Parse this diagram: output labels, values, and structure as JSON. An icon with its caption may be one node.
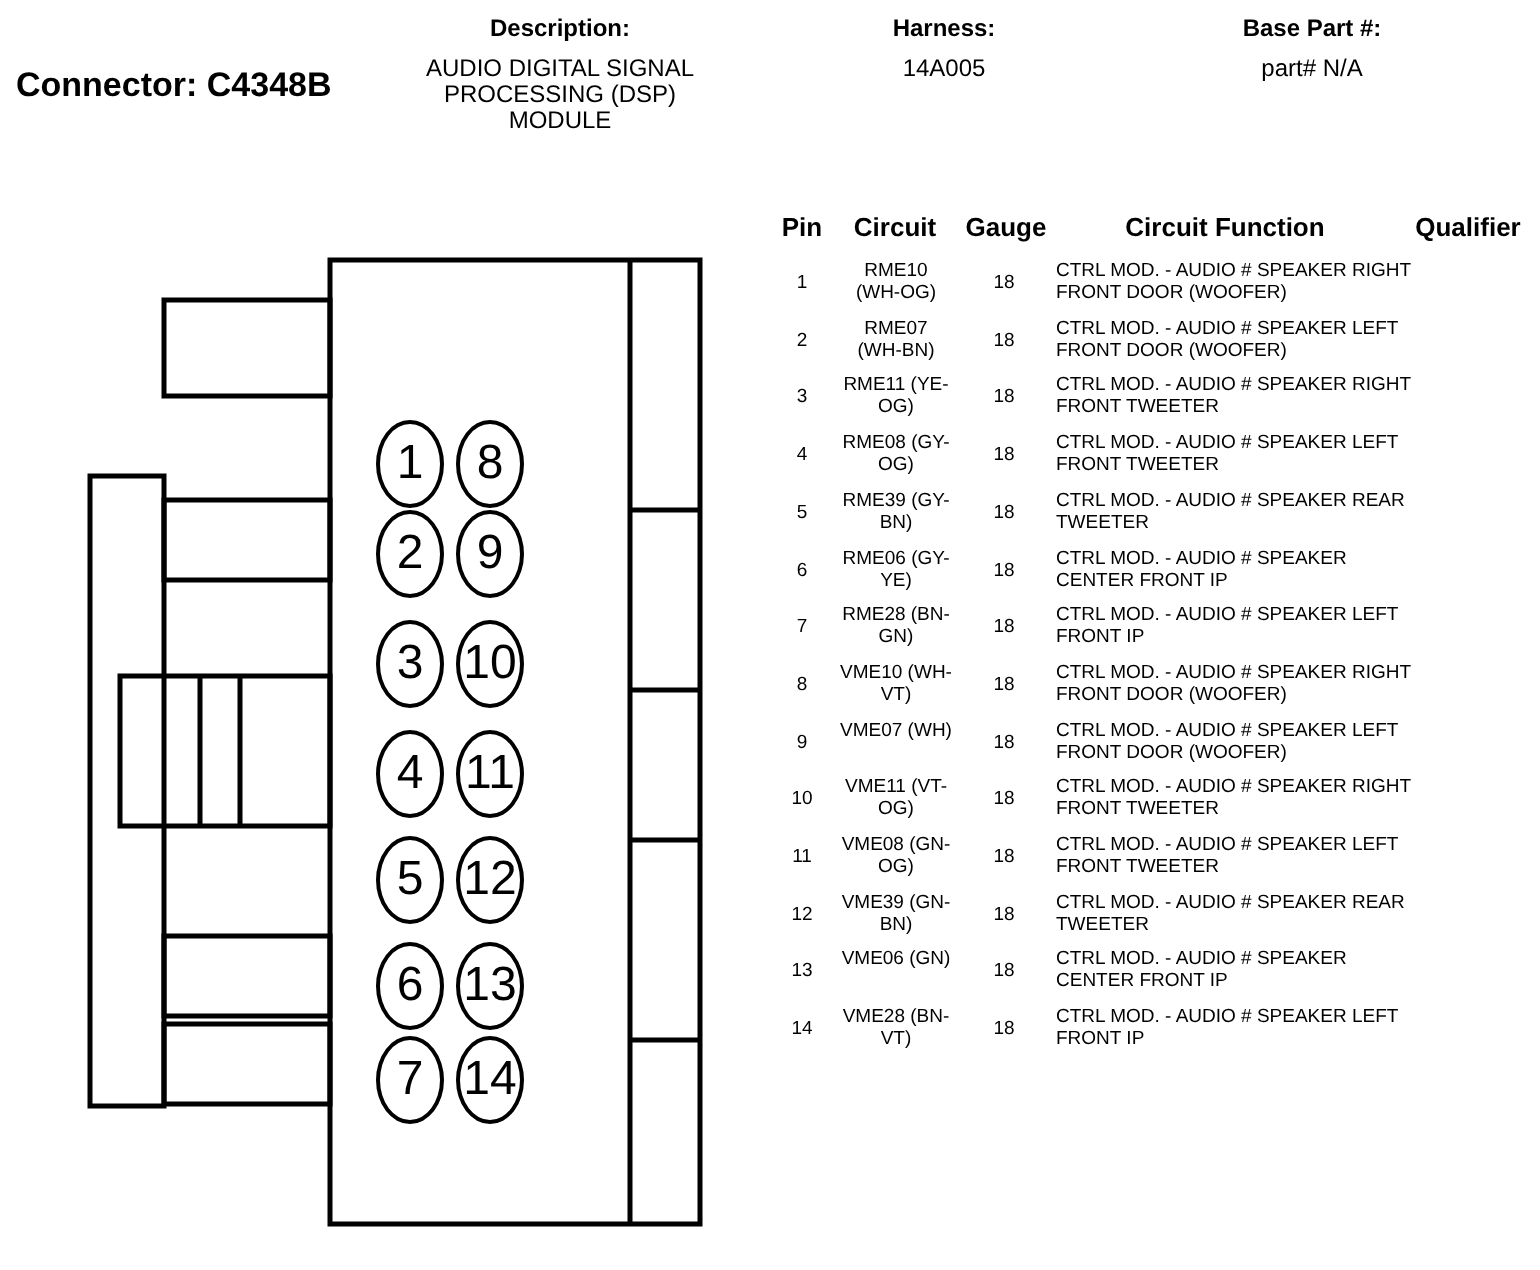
{
  "diagram": {
    "title": "Connector: C4348B",
    "nodes": [
      {
        "text": [
          "1"
        ]
      },
      {
        "text": [
          "8"
        ]
      },
      {
        "text": [
          "2"
        ]
      },
      {
        "text": [
          "9"
        ]
      },
      {
        "text": [
          "3"
        ]
      },
      {
        "text": [
          "10"
        ]
      },
      {
        "text": [
          "4"
        ]
      },
      {
        "text": [
          "11"
        ]
      },
      {
        "text": [
          "5"
        ]
      },
      {
        "text": [
          "12"
        ]
      },
      {
        "text": [
          "6"
        ]
      },
      {
        "text": [
          "13"
        ]
      },
      {
        "text": [
          "7"
        ]
      },
      {
        "text": [
          "14"
        ]
      }
    ],
    "labels": [
      "Description:",
      "AUDIO DIGITAL SIGNAL PROCESSING (DSP) MODULE",
      "Harness:",
      "14A005",
      "Base Part #:",
      "part# N/A",
      "Pin",
      "Circuit",
      "Gauge",
      "Circuit Function",
      "Qualifier",
      "1",
      "RME10 (WH-OG)",
      "18",
      "CTRL MOD. - AUDIO # SPEAKER RIGHT FRONT DOOR (WOOFER)",
      "2",
      "RME07 (WH-BN)",
      "18",
      "CTRL MOD. - AUDIO # SPEAKER LEFT FRONT DOOR (WOOFER)",
      "3",
      "RME11 (YE-OG)",
      "18",
      "CTRL MOD. - AUDIO # SPEAKER RIGHT FRONT TWEETER",
      "4",
      "RME08 (GY-OG)",
      "18",
      "CTRL MOD. - AUDIO # SPEAKER LEFT FRONT TWEETER",
      "5",
      "RME39 (GY-BN)",
      "18",
      "CTRL MOD. - AUDIO # SPEAKER REAR TWEETER",
      "6",
      "RME06 (GY-YE)",
      "18",
      "CTRL MOD. - AUDIO # SPEAKER CENTER FRONT IP",
      "7",
      "RME28 (BN-GN)",
      "18",
      "CTRL MOD. - AUDIO # SPEAKER LEFT FRONT IP",
      "8",
      "VME10 (WH-VT)",
      "18",
      "CTRL MOD. - AUDIO # SPEAKER RIGHT FRONT DOOR (WOOFER)",
      "9",
      "VME07 (WH)",
      "18",
      "CTRL MOD. - AUDIO # SPEAKER LEFT FRONT DOOR (WOOFER)",
      "10",
      "VME11 (VT-OG)",
      "18",
      "CTRL MOD. - AUDIO # SPEAKER RIGHT FRONT TWEETER",
      "11",
      "VME08 (GN-OG)",
      "18",
      "CTRL MOD. - AUDIO # SPEAKER LEFT FRONT TWEETER",
      "12",
      "VME39 (GN-BN)",
      "18",
      "CTRL MOD. - AUDIO # SPEAKER REAR TWEETER",
      "13",
      "VME06 (GN)",
      "18",
      "CTRL MOD. - AUDIO # SPEAKER CENTER FRONT IP",
      "14",
      "VME28 (BN-VT)",
      "18",
      "CTRL MOD. - AUDIO # SPEAKER LEFT FRONT IP"
    ]
  }
}
